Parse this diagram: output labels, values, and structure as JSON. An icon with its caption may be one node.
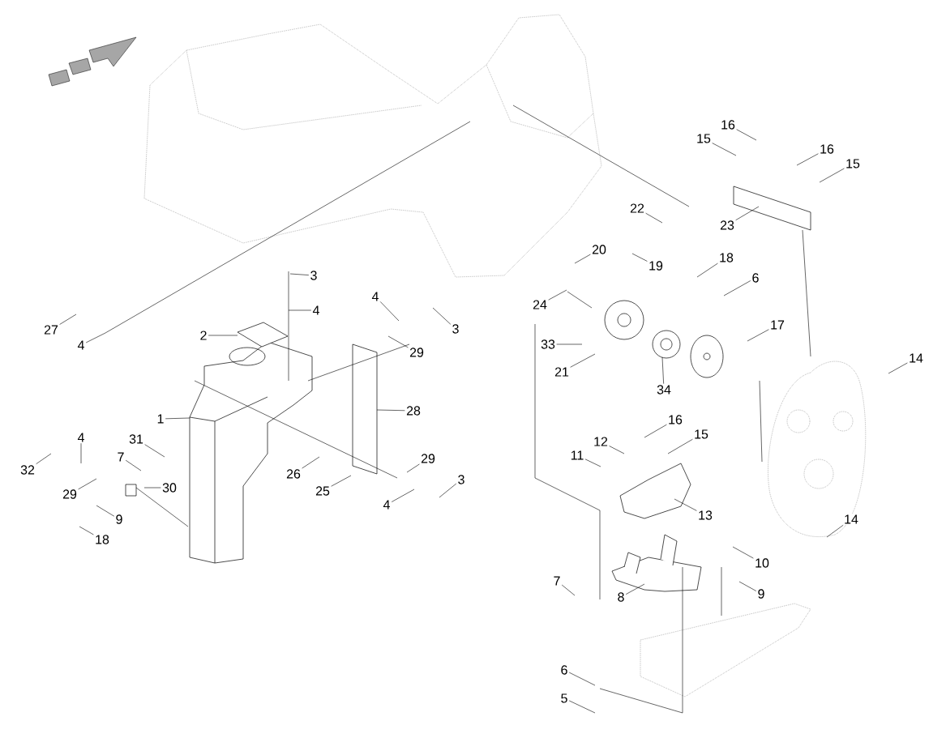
{
  "diagram": {
    "nodes": [
      {
        "text": [
          "16"
        ]
      },
      {
        "text": [
          "15"
        ]
      },
      {
        "text": [
          "16"
        ]
      },
      {
        "text": [
          "15"
        ]
      },
      {
        "text": [
          "22"
        ]
      },
      {
        "text": [
          "23"
        ]
      },
      {
        "text": [
          "20"
        ]
      },
      {
        "text": [
          "19"
        ]
      },
      {
        "text": [
          "18"
        ]
      },
      {
        "text": [
          "3"
        ]
      },
      {
        "text": [
          "6"
        ]
      },
      {
        "text": [
          "4"
        ]
      },
      {
        "text": [
          "24"
        ]
      },
      {
        "text": [
          "4"
        ]
      },
      {
        "text": [
          "17"
        ]
      },
      {
        "text": [
          "3"
        ]
      },
      {
        "text": [
          "27"
        ]
      },
      {
        "text": [
          "2"
        ]
      },
      {
        "text": [
          "4"
        ]
      },
      {
        "text": [
          "33"
        ]
      },
      {
        "text": [
          "29"
        ]
      },
      {
        "text": [
          "14"
        ]
      },
      {
        "text": [
          "21"
        ]
      },
      {
        "text": [
          "34"
        ]
      },
      {
        "text": [
          "28"
        ]
      },
      {
        "text": [
          "1"
        ]
      },
      {
        "text": [
          "16"
        ]
      },
      {
        "text": [
          "15"
        ]
      },
      {
        "text": [
          "4"
        ]
      },
      {
        "text": [
          "31"
        ]
      },
      {
        "text": [
          "12"
        ]
      },
      {
        "text": [
          "11"
        ]
      },
      {
        "text": [
          "7"
        ]
      },
      {
        "text": [
          "29"
        ]
      },
      {
        "text": [
          "32"
        ]
      },
      {
        "text": [
          "26"
        ]
      },
      {
        "text": [
          "3"
        ]
      },
      {
        "text": [
          "30"
        ]
      },
      {
        "text": [
          "25"
        ]
      },
      {
        "text": [
          "29"
        ]
      },
      {
        "text": [
          "4"
        ]
      },
      {
        "text": [
          "13"
        ]
      },
      {
        "text": [
          "9"
        ]
      },
      {
        "text": [
          "14"
        ]
      },
      {
        "text": [
          "18"
        ]
      },
      {
        "text": [
          "10"
        ]
      },
      {
        "text": [
          "7"
        ]
      },
      {
        "text": [
          "9"
        ]
      },
      {
        "text": [
          "8"
        ]
      },
      {
        "text": [
          "6"
        ]
      },
      {
        "text": [
          "5"
        ]
      }
    ],
    "edges": [
      {
        "from": 0,
        "to": null,
        "arrow": "none"
      },
      {
        "from": 1,
        "to": null,
        "arrow": "none"
      },
      {
        "from": 2,
        "to": null,
        "arrow": "none"
      },
      {
        "from": 3,
        "to": null,
        "arrow": "none"
      },
      {
        "from": 4,
        "to": null,
        "arrow": "none"
      },
      {
        "from": 5,
        "to": null,
        "arrow": "none"
      },
      {
        "from": 6,
        "to": null,
        "arrow": "none"
      },
      {
        "from": 7,
        "to": null,
        "arrow": "none"
      },
      {
        "from": 8,
        "to": null,
        "arrow": "none"
      },
      {
        "from": 9,
        "to": null,
        "arrow": "none"
      },
      {
        "from": 10,
        "to": null,
        "arrow": "none"
      },
      {
        "from": 11,
        "to": null,
        "arrow": "none"
      },
      {
        "from": 12,
        "to": null,
        "arrow": "none"
      },
      {
        "from": 13,
        "to": null,
        "arrow": "none"
      },
      {
        "from": 14,
        "to": null,
        "arrow": "none"
      },
      {
        "from": 15,
        "to": null,
        "arrow": "none"
      },
      {
        "from": 16,
        "to": null,
        "arrow": "none"
      },
      {
        "from": 17,
        "to": null,
        "arrow": "none"
      },
      {
        "from": 18,
        "to": null,
        "arrow": "none"
      },
      {
        "from": 19,
        "to": null,
        "arrow": "none"
      },
      {
        "from": 20,
        "to": null,
        "arrow": "none"
      },
      {
        "from": 21,
        "to": null,
        "arrow": "none"
      },
      {
        "from": 22,
        "to": null,
        "arrow": "none"
      },
      {
        "from": 23,
        "to": null,
        "arrow": "none"
      },
      {
        "from": 24,
        "to": null,
        "arrow": "none"
      },
      {
        "from": 25,
        "to": null,
        "arrow": "none"
      },
      {
        "from": 26,
        "to": null,
        "arrow": "none"
      },
      {
        "from": 27,
        "to": null,
        "arrow": "none"
      },
      {
        "from": 28,
        "to": null,
        "arrow": "none"
      },
      {
        "from": 29,
        "to": null,
        "arrow": "none"
      },
      {
        "from": 30,
        "to": null,
        "arrow": "none"
      },
      {
        "from": 31,
        "to": null,
        "arrow": "none"
      },
      {
        "from": 32,
        "to": null,
        "arrow": "none"
      },
      {
        "from": 33,
        "to": null,
        "arrow": "none"
      },
      {
        "from": 34,
        "to": null,
        "arrow": "none"
      },
      {
        "from": 35,
        "to": null,
        "arrow": "none"
      },
      {
        "from": 36,
        "to": null,
        "arrow": "none"
      },
      {
        "from": 37,
        "to": null,
        "arrow": "none"
      },
      {
        "from": 38,
        "to": null,
        "arrow": "none"
      },
      {
        "from": 39,
        "to": null,
        "arrow": "none"
      },
      {
        "from": 40,
        "to": null,
        "arrow": "none"
      },
      {
        "from": 41,
        "to": null,
        "arrow": "none"
      },
      {
        "from": 42,
        "to": null,
        "arrow": "none"
      },
      {
        "from": 43,
        "to": null,
        "arrow": "none"
      },
      {
        "from": 44,
        "to": null,
        "arrow": "none"
      },
      {
        "from": 45,
        "to": null,
        "arrow": "none"
      },
      {
        "from": 46,
        "to": null,
        "arrow": "none"
      },
      {
        "from": 47,
        "to": null,
        "arrow": "none"
      },
      {
        "from": 48,
        "to": null,
        "arrow": "none"
      },
      {
        "from": 49,
        "to": null,
        "arrow": "none"
      },
      {
        "from": 50,
        "to": null,
        "arrow": "none"
      }
    ]
  }
}
